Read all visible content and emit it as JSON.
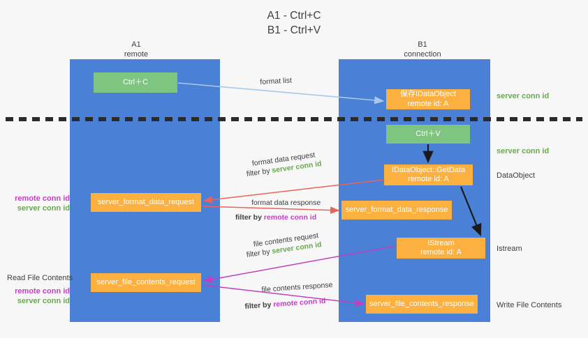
{
  "title": "A1 - Ctrl+C\nB1 - Ctrl+V",
  "columns": {
    "a1": {
      "name": "A1",
      "role": "remote"
    },
    "b1": {
      "name": "B1",
      "role": "connection"
    }
  },
  "boxes": {
    "ctrl_c": {
      "label": "Ctrl＋C",
      "color": "#7ec581",
      "lane": "A1"
    },
    "save_idataobject": {
      "label": "保存IDataObject\nremote id: A",
      "color": "#fbb040",
      "lane": "B1"
    },
    "ctrl_v": {
      "label": "Ctrl＋V",
      "color": "#7ec581",
      "lane": "B1"
    },
    "getdata": {
      "label": "IDataObject::GetData\nremote id: A",
      "color": "#fbb040",
      "lane": "B1"
    },
    "format_data_request": {
      "label": "server_format_data_request",
      "color": "#fbb040",
      "lane": "A1"
    },
    "format_data_response": {
      "label": "server_format_data_response",
      "color": "#fbb040",
      "lane": "B1"
    },
    "istream": {
      "label": "IStream\nremote id: A",
      "color": "#fbb040",
      "lane": "B1"
    },
    "file_contents_request": {
      "label": "server_file_contents_request",
      "color": "#fbb040",
      "lane": "A1"
    },
    "file_contents_response": {
      "label": "server_file_contents_response",
      "color": "#fbb040",
      "lane": "B1"
    }
  },
  "edge_labels": {
    "format_list": "format list",
    "format_data_request": "format data request",
    "format_data_request_filter_prefix": "filter by ",
    "format_data_request_filter_value": "server conn id",
    "format_data_response": "format data response",
    "format_data_response_filter_prefix": "filter by ",
    "format_data_response_filter_value": "remote conn id",
    "file_contents_request": "file contents request",
    "file_contents_request_filter_prefix": "filter by ",
    "file_contents_request_filter_value": "server conn id",
    "file_contents_response": "file contents response",
    "file_contents_response_filter_prefix": "filter by ",
    "file_contents_response_filter_value": "remote conn id"
  },
  "annotations": {
    "right": {
      "server_conn_id_top": "server conn id",
      "server_conn_id_mid": "server conn id",
      "dataobject": "DataObject",
      "istream": "Istream",
      "write_file_contents": "Write File Contents"
    },
    "left": {
      "remote_conn_id_1": "remote conn id",
      "server_conn_id_1": "server conn id",
      "read_file_contents": "Read File Contents",
      "remote_conn_id_2": "remote conn id",
      "server_conn_id_2": "server conn id"
    }
  },
  "colors": {
    "lane_blue": "#4a80d5",
    "box_green": "#7ec581",
    "box_orange": "#fbb040",
    "arrow_lightblue": "#a8c8ec",
    "arrow_red": "#e8645a",
    "arrow_magenta": "#c23fc2",
    "arrow_black": "#1a1a1a",
    "text_green": "#6aa84f",
    "text_purple": "#c23fc2",
    "background": "#f7f7f7",
    "dashed_line": "#2b2b2b"
  }
}
